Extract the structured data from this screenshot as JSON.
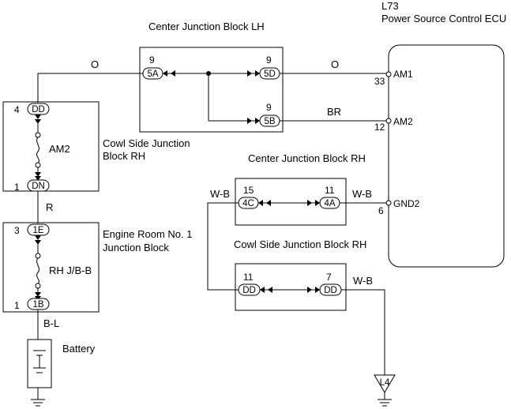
{
  "ecu": {
    "code": "L73",
    "name": "Power Source Control ECU",
    "pins": [
      {
        "num": "33",
        "name": "AM1"
      },
      {
        "num": "12",
        "name": "AM2"
      },
      {
        "num": "6",
        "name": "GND2"
      }
    ]
  },
  "center_jb_lh": {
    "title": "Center Junction Block LH",
    "in_pin": "9",
    "in_conn": "5A",
    "out1_pin": "9",
    "out1_conn": "5D",
    "out2_pin": "9",
    "out2_conn": "5B"
  },
  "center_jb_rh": {
    "title": "Center Junction Block RH",
    "left_pin": "15",
    "left_conn": "4C",
    "right_pin": "11",
    "right_conn": "4A"
  },
  "cowl_jb_rh_lower": {
    "title": "Cowl Side Junction Block RH",
    "left_pin": "11",
    "left_conn": "DD",
    "right_pin": "7",
    "right_conn": "DD"
  },
  "cowl_jb_rh_left": {
    "title_line1": "Cowl Side Junction",
    "title_line2": "Block RH",
    "top_pin": "4",
    "top_conn": "DD",
    "fuse": "AM2",
    "bottom_pin": "1",
    "bottom_conn": "DN"
  },
  "engine_room_jb": {
    "title_line1": "Engine Room No. 1",
    "title_line2": "Junction Block",
    "top_pin": "3",
    "top_conn": "1E",
    "fuse": "RH J/B-B",
    "bottom_pin": "1",
    "bottom_conn": "1B"
  },
  "wires": {
    "o_left": "O",
    "o_right": "O",
    "br": "BR",
    "r": "R",
    "bl": "B-L",
    "wb_gnd2": "W-B",
    "wb_left": "W-B",
    "wb_bottom": "W-B"
  },
  "battery": "Battery",
  "ground_point": "L4"
}
